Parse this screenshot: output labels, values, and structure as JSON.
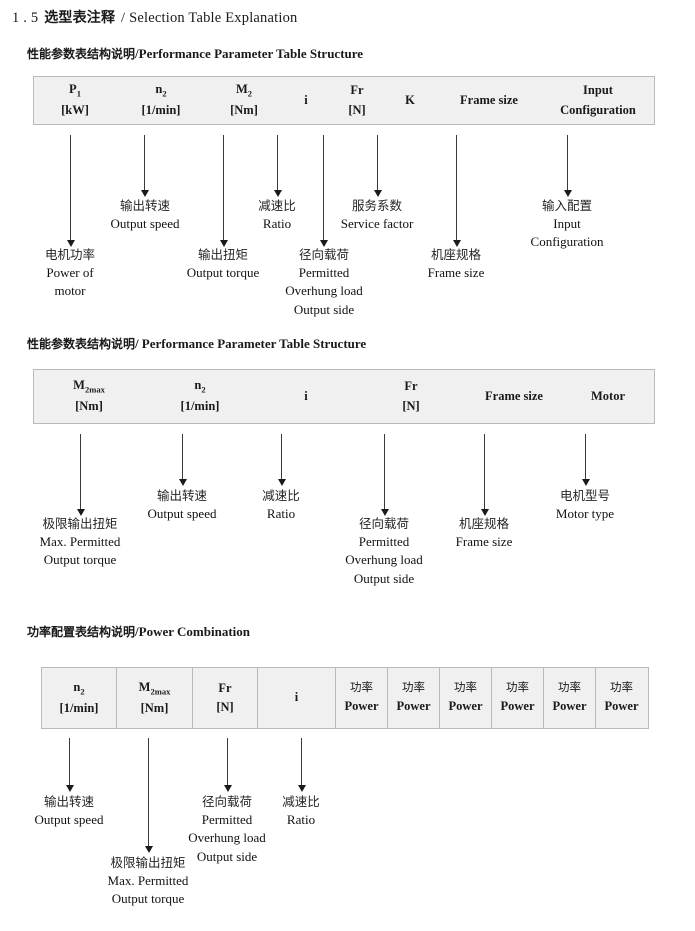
{
  "document": {
    "title_number": "1 . 5",
    "title_cn": "选型表注释",
    "title_sep": "/",
    "title_en": "Selection Table Explanation"
  },
  "sections": [
    {
      "heading_cn": "性能参数表结构说明",
      "heading_sep": "/",
      "heading_en": "Performance Parameter Table Structure",
      "columns": [
        {
          "line1": "P",
          "sub1": "1",
          "line2": "[kW]"
        },
        {
          "line1": "n",
          "sub1": "2",
          "line2": "[1/min]"
        },
        {
          "line1": "M",
          "sub1": "2",
          "line2": "[Nm]"
        },
        {
          "line1": "i",
          "sub1": "",
          "line2": ""
        },
        {
          "line1": "Fr",
          "sub1": "",
          "line2": "[N]"
        },
        {
          "line1": "K",
          "sub1": "",
          "line2": ""
        },
        {
          "line1": "Frame size",
          "sub1": "",
          "line2": ""
        },
        {
          "line1": "Input",
          "sub1": "",
          "line2": "Configuration"
        }
      ],
      "labels": [
        {
          "cn": "电机功率",
          "en1": "Power of",
          "en2": "motor",
          "en3": "",
          "en4": ""
        },
        {
          "cn": "输出转速",
          "en1": "Output speed",
          "en2": "",
          "en3": "",
          "en4": ""
        },
        {
          "cn": "输出扭矩",
          "en1": "Output torque",
          "en2": "",
          "en3": "",
          "en4": ""
        },
        {
          "cn": "减速比",
          "en1": "Ratio",
          "en2": "",
          "en3": "",
          "en4": ""
        },
        {
          "cn": "径向载荷",
          "en1": "Permitted",
          "en2": "Overhung load",
          "en3": "Output side",
          "en4": ""
        },
        {
          "cn": "服务系数",
          "en1": "Service factor",
          "en2": "",
          "en3": "",
          "en4": ""
        },
        {
          "cn": "机座规格",
          "en1": "Frame size",
          "en2": "",
          "en3": "",
          "en4": ""
        },
        {
          "cn": "输入配置",
          "en1": "Input",
          "en2": "Configuration",
          "en3": "",
          "en4": ""
        }
      ]
    },
    {
      "heading_cn": "性能参数表结构说明",
      "heading_sep": "/",
      "heading_en": "Performance Parameter Table Structure",
      "columns": [
        {
          "line1": "M",
          "sub1": "2max",
          "line2": "[Nm]"
        },
        {
          "line1": "n",
          "sub1": "2",
          "line2": "[1/min]"
        },
        {
          "line1": "i",
          "sub1": "",
          "line2": ""
        },
        {
          "line1": "Fr",
          "sub1": "",
          "line2": "[N]"
        },
        {
          "line1": "Frame size",
          "sub1": "",
          "line2": ""
        },
        {
          "line1": "Motor",
          "sub1": "",
          "line2": ""
        }
      ],
      "labels": [
        {
          "cn": "极限输出扭矩",
          "en1": "Max. Permitted",
          "en2": "Output  torque",
          "en3": "",
          "en4": ""
        },
        {
          "cn": "输出转速",
          "en1": "Output speed",
          "en2": "",
          "en3": "",
          "en4": ""
        },
        {
          "cn": "减速比",
          "en1": "Ratio",
          "en2": "",
          "en3": "",
          "en4": ""
        },
        {
          "cn": "径向载荷",
          "en1": "Permitted",
          "en2": "Overhung load",
          "en3": "Output side",
          "en4": ""
        },
        {
          "cn": "机座规格",
          "en1": "Frame size",
          "en2": "",
          "en3": "",
          "en4": ""
        },
        {
          "cn": "电机型号",
          "en1": "Motor type",
          "en2": "",
          "en3": "",
          "en4": ""
        }
      ]
    },
    {
      "heading_cn": "功率配置表结构说明",
      "heading_sep": "/",
      "heading_en": "Power Combination",
      "columns": [
        {
          "line1": "n",
          "sub1": "2",
          "line2": "[1/min]"
        },
        {
          "line1": "M",
          "sub1": "2max",
          "line2": "[Nm]"
        },
        {
          "line1": "Fr",
          "sub1": "",
          "line2": "[N]"
        },
        {
          "line1": "i",
          "sub1": "",
          "line2": ""
        },
        {
          "cn": "功率",
          "line2": "Power"
        },
        {
          "cn": "功率",
          "line2": "Power"
        },
        {
          "cn": "功率",
          "line2": "Power"
        },
        {
          "cn": "功率",
          "line2": "Power"
        },
        {
          "cn": "功率",
          "line2": "Power"
        },
        {
          "cn": "功率",
          "line2": "Power"
        }
      ],
      "labels": [
        {
          "cn": "输出转速",
          "en1": "Output speed",
          "en2": "",
          "en3": "",
          "en4": ""
        },
        {
          "cn": "极限输出扭矩",
          "en1": "Max. Permitted",
          "en2": "Output  torque",
          "en3": "",
          "en4": ""
        },
        {
          "cn": "径向载荷",
          "en1": "Permitted",
          "en2": "Overhung load",
          "en3": "Output side",
          "en4": ""
        },
        {
          "cn": "减速比",
          "en1": "Ratio",
          "en2": "",
          "en3": "",
          "en4": ""
        }
      ]
    }
  ],
  "colors": {
    "table_fill": "#f0f0f0",
    "table_border": "#b9b9b9",
    "arrow": "#1a1a1a",
    "text": "#1a1a1a"
  }
}
